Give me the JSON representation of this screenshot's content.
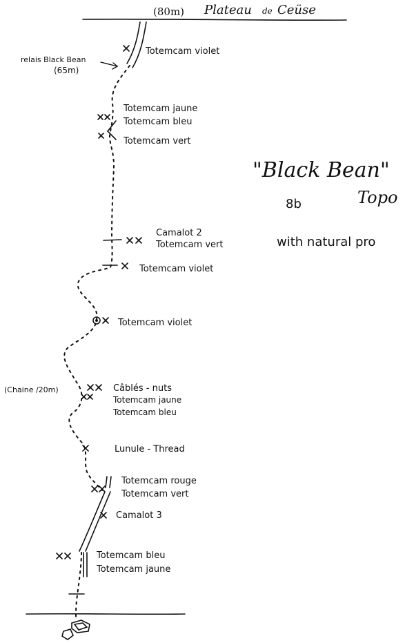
{
  "header": {
    "elevation": "(80m)",
    "plateau": "Plateau",
    "de": "de",
    "location": "Ceüse"
  },
  "title": {
    "route": "\"Black Bean\"",
    "grade": "8b",
    "kind": "Topo",
    "subtitle": "with natural pro"
  },
  "relay": {
    "line1": "relais Black Bean",
    "line2": "(65m)"
  },
  "chain": {
    "label": "(Chaine /20m)"
  },
  "protections": [
    {
      "id": "p1",
      "lines": [
        "Totemcam violet"
      ]
    },
    {
      "id": "p2",
      "lines": [
        "Totemcam jaune",
        "Totemcam bleu",
        "Totemcam vert"
      ]
    },
    {
      "id": "p3",
      "lines": [
        "Camalot 2",
        "Totemcam vert"
      ]
    },
    {
      "id": "p4",
      "lines": [
        "Totemcam violet"
      ]
    },
    {
      "id": "p5",
      "lines": [
        "Totemcam violet"
      ]
    },
    {
      "id": "p6",
      "lines": [
        "Câblés - nuts",
        "Totemcam jaune",
        "Totemcam bleu"
      ]
    },
    {
      "id": "p7",
      "lines": [
        "Lunule - Thread"
      ]
    },
    {
      "id": "p8",
      "lines": [
        "Totemcam rouge",
        "Totemcam vert"
      ]
    },
    {
      "id": "p9",
      "lines": [
        "Camalot 3"
      ]
    },
    {
      "id": "p10",
      "lines": [
        "Totemcam bleu",
        "Totemcam jaune"
      ]
    }
  ],
  "colors": {
    "ink": "#111111",
    "paper": "#ffffff"
  }
}
